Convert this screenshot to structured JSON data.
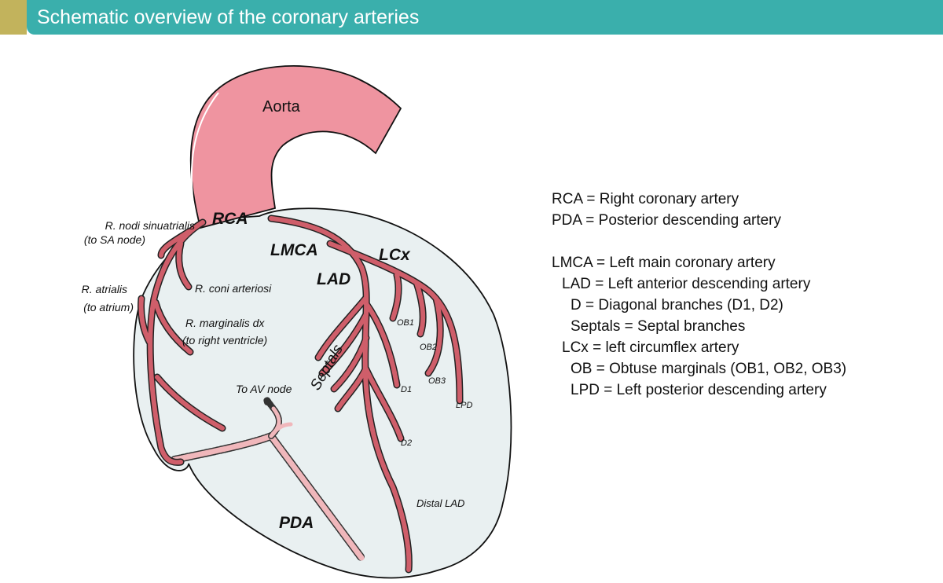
{
  "title": "Schematic overview of the coronary arteries",
  "colors": {
    "header": "#3aafac",
    "header_accent": "#c2b35c",
    "aorta": "#ef94a0",
    "artery": "#cf5e6a",
    "posterior_artery": "#f0b7bb",
    "heart_fill": "#e9f0f1"
  },
  "labels": {
    "aorta": "Aorta",
    "rca": "RCA",
    "lmca": "LMCA",
    "lad": "LAD",
    "lcx": "LCx",
    "pda": "PDA",
    "septals": "Septals",
    "sa_node_1": "R. nodi sinuatrialis",
    "sa_node_2": "(to SA node)",
    "atrial_1": "R. atrialis",
    "atrial_2": "(to atrium)",
    "coni": "R. coni arteriosi",
    "marginalis_1": "R. marginalis dx",
    "marginalis_2": "(to right ventricle)",
    "av_node": "To AV node",
    "ob1": "OB1",
    "ob2": "OB2",
    "ob3": "OB3",
    "lpd": "LPD",
    "d1": "D1",
    "d2": "D2",
    "distal_lad": "Distal LAD"
  },
  "legend": {
    "rca": "RCA = Right coronary artery",
    "pda": "PDA = Posterior descending artery",
    "lmca": "LMCA = Left main coronary artery",
    "lad": "LAD = Left anterior descending artery",
    "d": "D = Diagonal branches (D1, D2)",
    "septals": "Septals = Septal branches",
    "lcx": "LCx = left circumflex artery",
    "ob": "OB = Obtuse marginals (OB1, OB2, OB3)",
    "lpd": "LPD = Left posterior descending artery"
  }
}
